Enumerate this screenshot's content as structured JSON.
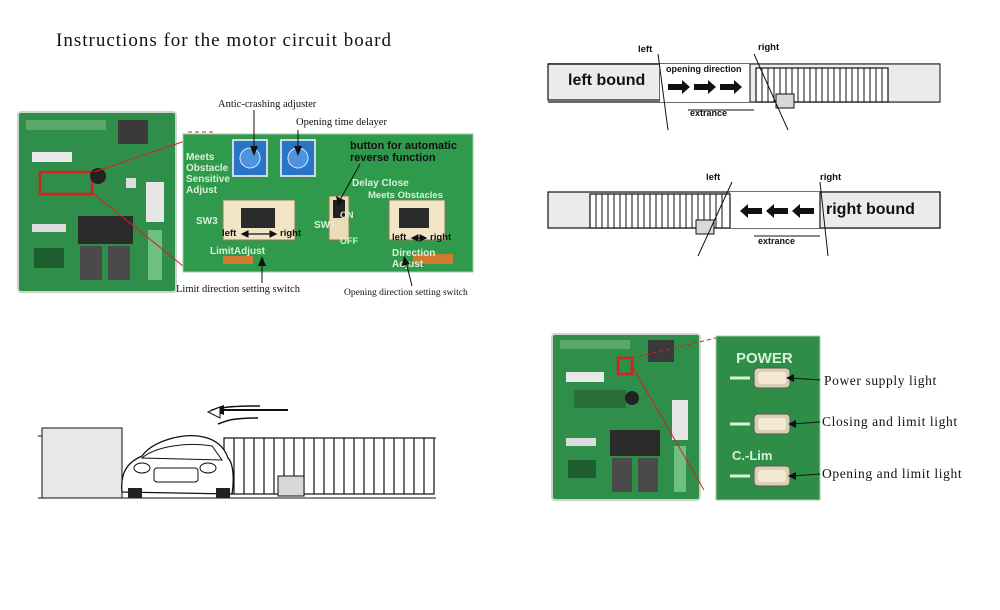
{
  "title": "Instructions for the motor circuit board",
  "board_zoom": {
    "anti_crash": "Antic-crashing adjuster",
    "opening_delay": "Opening time delayer",
    "auto_reverse_line1": "button for automatic",
    "auto_reverse_line2": "reverse function",
    "limit_switch": "Limit direction setting switch",
    "direction_switch": "Opening direction setting switch",
    "sw3_left": "left",
    "sw3_right": "right",
    "dir_left": "left",
    "dir_right": "right",
    "pcb_meets": "Meets",
    "pcb_obstacle": "Obstacle",
    "pcb_sensitive": "Sensitive",
    "pcb_adjust": "Adjust",
    "pcb_delay_close": "Delay Close",
    "pcb_meets_obstacles": "Meets Obstacles",
    "pcb_sw3": "SW3",
    "pcb_sw1": "SW1",
    "pcb_on": "ON",
    "pcb_off": "OFF",
    "pcb_limit_adjust": "LimitAdjust",
    "pcb_direction": "Direction",
    "pcb_adjust2": "Adjust"
  },
  "diagram_left": {
    "left": "left",
    "right": "right",
    "bound": "left bound",
    "opening": "opening direction",
    "extrance": "extrance"
  },
  "diagram_right": {
    "left": "left",
    "right": "right",
    "bound": "right bound",
    "extrance": "extrance"
  },
  "lights": {
    "power": "Power supply light",
    "closing": "Closing and limit light",
    "opening": "Opening and limit light",
    "pcb_power": "POWER",
    "pcb_clim": "C.-Lim"
  },
  "colors": {
    "pcb_green": "#2f8f4a",
    "pcb_dark": "#1f6e36",
    "highlight_red": "#d42020"
  }
}
